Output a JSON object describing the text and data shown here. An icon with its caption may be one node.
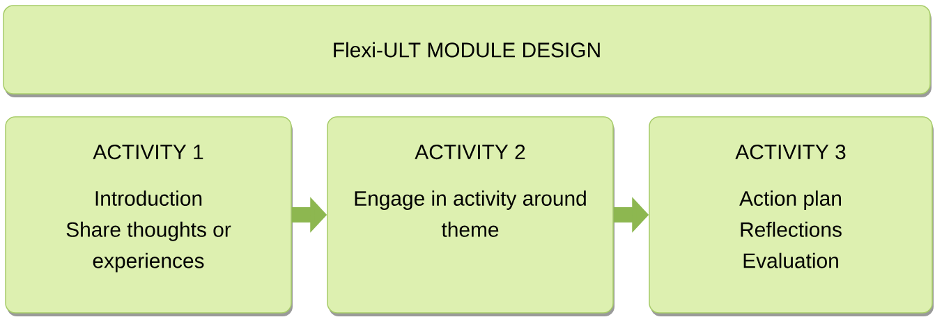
{
  "diagram": {
    "nodes": [
      {
        "text": [
          "Flexi-ULT MODULE DESIGN"
        ]
      },
      {
        "text": [
          "ACTIVITY 1",
          "Introduction",
          "Share thoughts or experiences"
        ]
      },
      {
        "text": [
          "ACTIVITY 2",
          "Engage in activity around theme"
        ]
      },
      {
        "text": [
          "ACTIVITY 3",
          "Action plan",
          "Reflections",
          "Evaluation"
        ]
      }
    ],
    "edges": [
      {
        "from": 1,
        "to": 2,
        "arrow": "to"
      },
      {
        "from": 2,
        "to": 3,
        "arrow": "to"
      }
    ]
  }
}
